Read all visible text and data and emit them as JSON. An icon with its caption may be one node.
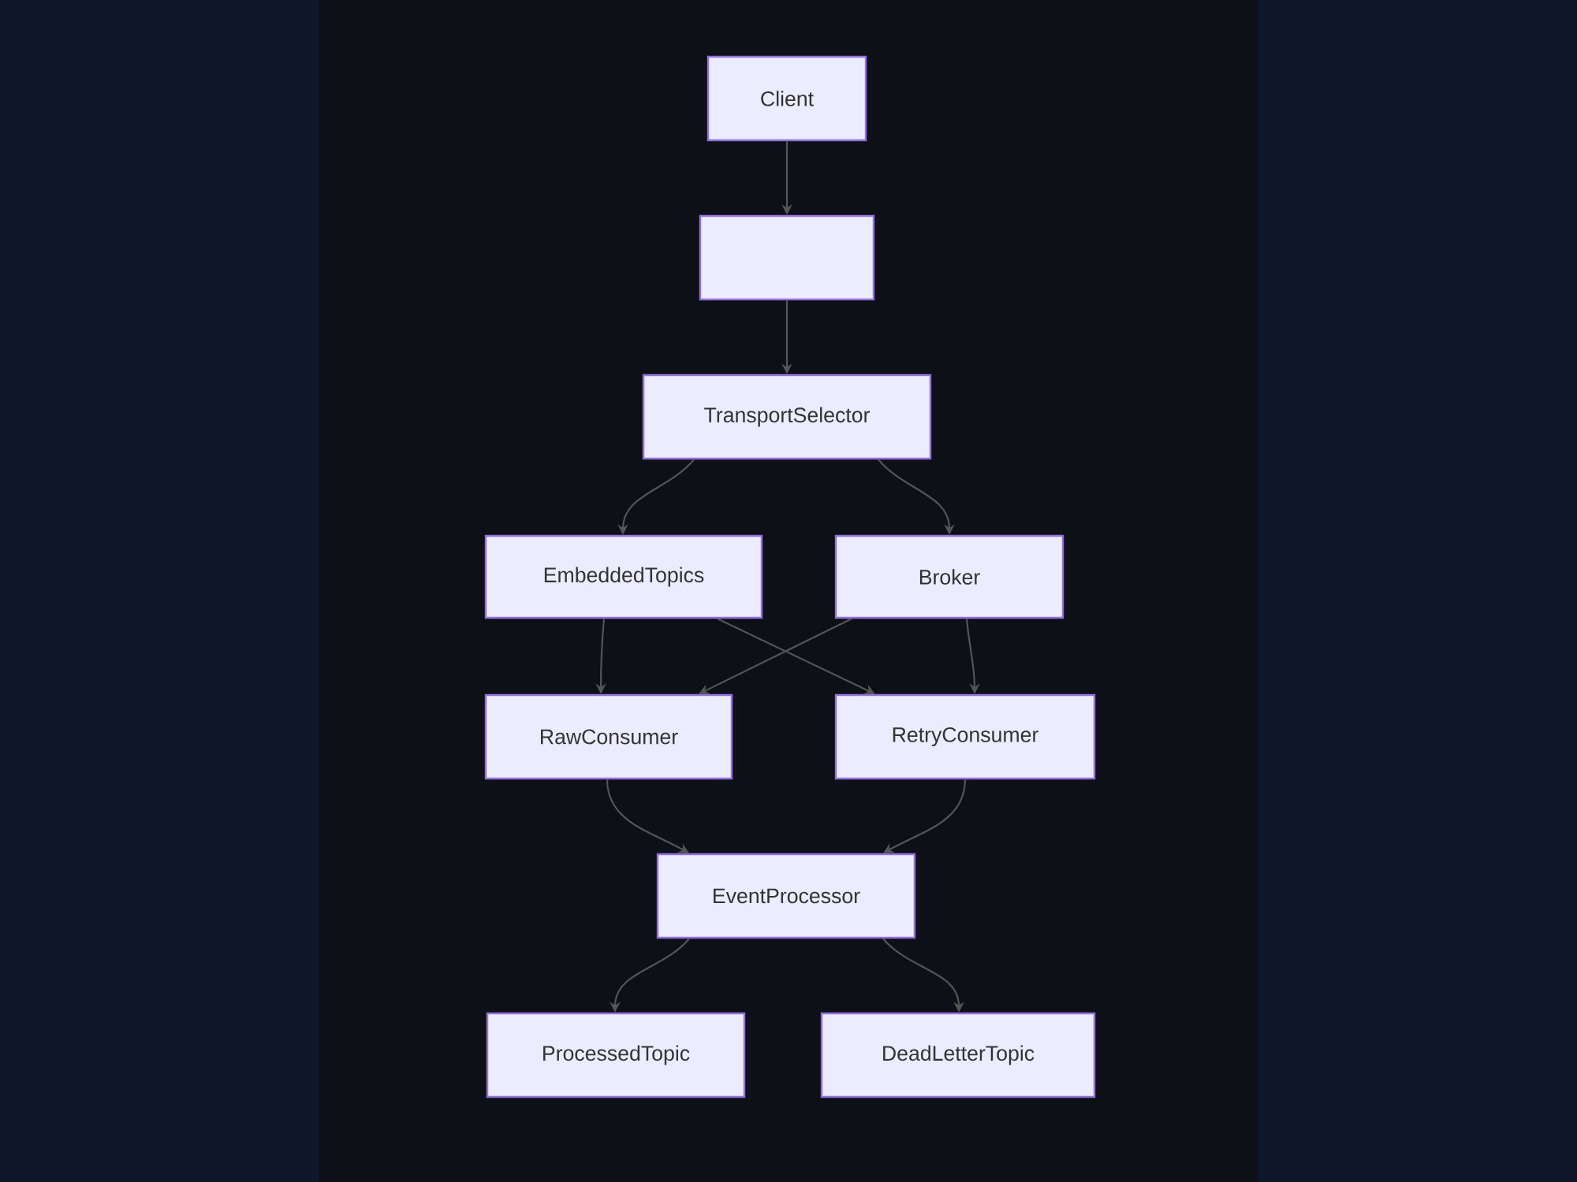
{
  "diagram": {
    "nodes": [
      {
        "text": [
          "Client"
        ]
      },
      {
        "text": [],
        "shape": "box"
      },
      {
        "text": [
          "TransportSelector"
        ]
      },
      {
        "text": [
          "EmbeddedTopics"
        ]
      },
      {
        "text": [
          "Broker"
        ]
      },
      {
        "text": [
          "RawConsumer"
        ]
      },
      {
        "text": [
          "RetryConsumer"
        ]
      },
      {
        "text": [
          "EventProcessor"
        ]
      },
      {
        "text": [
          "ProcessedTopic"
        ]
      },
      {
        "text": [
          "DeadLetterTopic"
        ]
      }
    ],
    "edges": [
      {
        "from": 0,
        "to": 1,
        "arrow": "to"
      },
      {
        "from": 1,
        "to": 2,
        "arrow": "to"
      },
      {
        "from": 2,
        "to": 3,
        "arrow": "to"
      },
      {
        "from": 2,
        "to": 4,
        "arrow": "to"
      },
      {
        "from": 3,
        "to": 5,
        "arrow": "to"
      },
      {
        "from": 3,
        "to": 6,
        "arrow": "to"
      },
      {
        "from": 4,
        "to": 5,
        "arrow": "to"
      },
      {
        "from": 4,
        "to": 6,
        "arrow": "to"
      },
      {
        "from": 5,
        "to": 7,
        "arrow": "to"
      },
      {
        "from": 6,
        "to": 7,
        "arrow": "to"
      },
      {
        "from": 7,
        "to": 8,
        "arrow": "to"
      },
      {
        "from": 7,
        "to": 9,
        "arrow": "to"
      }
    ]
  }
}
